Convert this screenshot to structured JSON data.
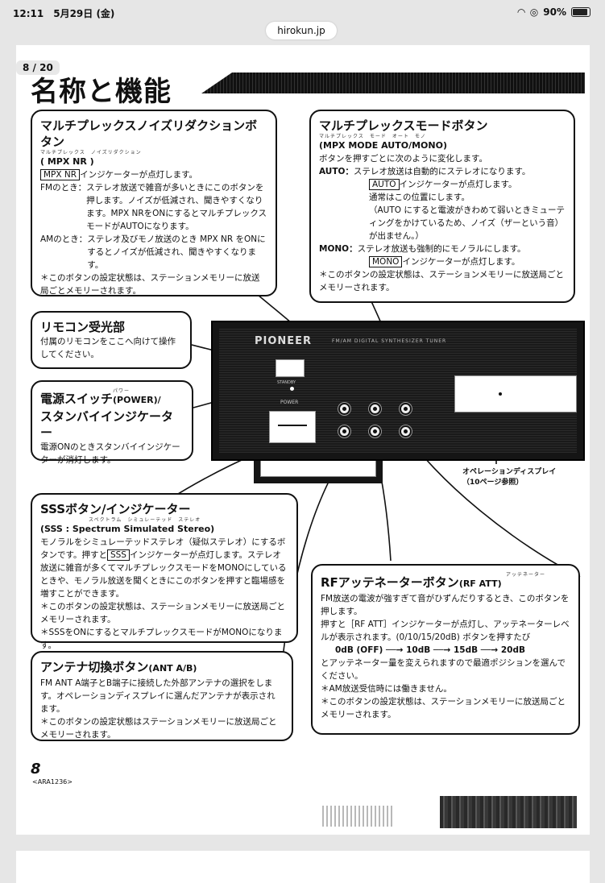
{
  "status": {
    "time": "12:11",
    "date": "5月29日 (金)",
    "battery": "90%",
    "battery_level": 0.9
  },
  "browser": {
    "url": "hirokun.jp",
    "page_indicator": "8 / 20"
  },
  "page": {
    "title": "名称と機能",
    "mpx_nr": {
      "heading": "マルチプレックスノイズリダクションボタン",
      "ruby": "マルチプレックス　ノイズリダクション",
      "sub": "( MPX NR )",
      "line1_boxed": "MPX NR",
      "line1_rest": "インジケーターが点灯します。",
      "fm_label": "FMのとき：",
      "fm_text": "ステレオ放送で雑音が多いときにこのボタンを押します。ノイズが低減され、聞きやすくなります。MPX NRをONにするとマルチプレックスモードがAUTOになります。",
      "am_label": "AMのとき：",
      "am_text": "ステレオ及びモノ放送のとき MPX NR をONにするとノイズが低減され、聞きやすくなります。",
      "note": "＊このボタンの設定状態は、ステーションメモリーに放送局ごとメモリーされます。"
    },
    "mpx_mode": {
      "heading": "マルチプレックスモードボタン",
      "ruby": "マルチプレックス　モード　オート　モノ",
      "sub": "(MPX MODE AUTO/MONO)",
      "intro": "ボタンを押すごとに次のように変化します。",
      "auto_label": "AUTO：",
      "auto_text": "ステレオ放送は自動的にステレオになります。",
      "auto_boxed": "AUTO",
      "auto_ind": "インジケーターが点灯します。",
      "auto_normal": "通常はこの位置にします。",
      "auto_note": "（AUTO にすると電波がきわめて弱いときミューティングをかけているため、ノイズ（ザーという音）が出ません。）",
      "mono_label": "MONO：",
      "mono_text": "ステレオ放送も強制的にモノラルにします。",
      "mono_boxed": "MONO",
      "mono_ind": "インジケーターが点灯します。",
      "note": "＊このボタンの設定状態は、ステーションメモリーに放送局ごとメモリーされます。"
    },
    "remote": {
      "heading": "リモコン受光部",
      "text": "付属のリモコンをここへ向けて操作してください。"
    },
    "power": {
      "heading1": "電源スイッチ",
      "heading1_sub": "(POWER)/",
      "ruby": "パワー",
      "heading2": "スタンバイインジケーター",
      "text": "電源ONのときスタンバイインジケーターが消灯します。"
    },
    "panel": {
      "brand": "PIONEER",
      "model": "FM/AM DIGITAL SYNTHESIZER TUNER",
      "power_label": "POWER",
      "standby_label": "STANDBY"
    },
    "display_callout": {
      "label": "オペレーションディスプレイ",
      "ref": "（10ページ参照）"
    },
    "sss": {
      "heading": "SSSボタン/インジケーター",
      "ruby": "スペクトラム　シミュレーテッド　ステレオ",
      "sub": "(SSS : Spectrum Simulated Stereo)",
      "text1": "モノラルをシミュレーテッドステレオ（疑似ステレオ）にするボタンです。押すと",
      "boxed": "SSS",
      "text2": "インジケーターが点灯します。ステレオ放送に雑音が多くてマルチプレックスモードをMONOにしているときや、モノラル放送を聞くときにこのボタンを押すと臨場感を増すことができます。",
      "note1": "＊このボタンの設定状態は、ステーションメモリーに放送局ごとメモリーされます。",
      "note2": "＊SSSをONにするとマルチプレックスモードがMONOになります。"
    },
    "rf_att": {
      "heading": "RFアッテネーターボタン",
      "sub": "(RF ATT)",
      "ruby": "アッテネーター",
      "text1": "FM放送の電波が強すぎて音がひずんだりするとき、このボタンを押します。",
      "text2": "押すと［RF ATT］インジケーターが点灯し、アッテネーターレベルが表示されます。(0/10/15/20dB) ボタンを押すたび",
      "steps": "0dB (OFF) ──→ 10dB ──→ 15dB ──→ 20dB",
      "text3": "とアッテネーター量を変えられますので最適ポジションを選んでください。",
      "note1": "＊AM放送受信時には働きません。",
      "note2": "＊このボタンの設定状態は、ステーションメモリーに放送局ごとメモリーされます。"
    },
    "ant": {
      "heading": "アンテナ切換ボタン",
      "sub": "(ANT A/B)",
      "text": "FM ANT A端子とB端子に接続した外部アンテナの選択をします。オペレーションディスプレイに選んだアンテナが表示されます。",
      "note": "＊このボタンの設定状態はステーションメモリーに放送局ごとメモリーされます。"
    },
    "footer": {
      "page_number": "8",
      "code": "<ARA1236>"
    }
  }
}
